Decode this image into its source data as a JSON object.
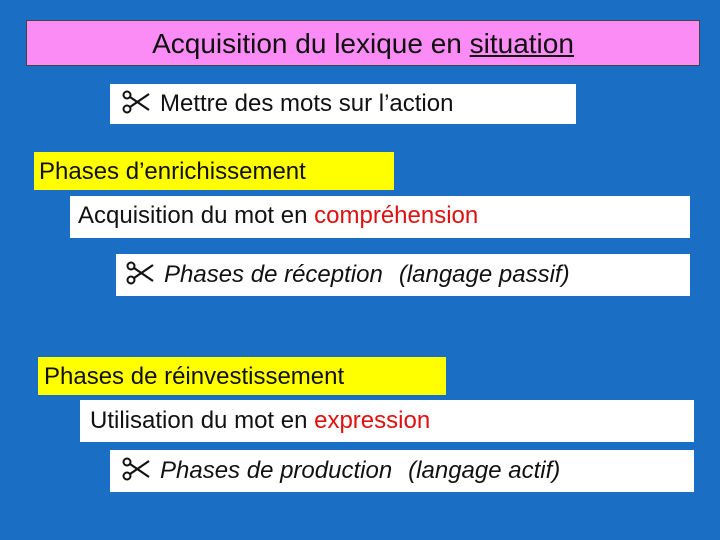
{
  "title": {
    "prefix": "Acquisition du lexique en ",
    "underlined": "situation"
  },
  "bullet1": {
    "icon": "scissors-icon",
    "text": "Mettre des mots sur l’action"
  },
  "section1": {
    "heading": "Phases d’enrichissement",
    "line": {
      "prefix": "Acquisition du mot en ",
      "highlight": "compréhension"
    },
    "bullet": {
      "icon": "scissors-icon",
      "text": "Phases de réception",
      "paren": "(langage passif)"
    }
  },
  "section2": {
    "heading": "Phases de réinvestissement",
    "line": {
      "prefix": "Utilisation du mot en ",
      "highlight": "expression"
    },
    "bullet": {
      "icon": "scissors-icon",
      "text": "Phases de production",
      "paren": "(langage actif)"
    }
  },
  "colors": {
    "background": "#1a6fc4",
    "title_bg": "#fb8cf5",
    "heading_bg": "#ffff00",
    "highlight": "#e01010"
  }
}
